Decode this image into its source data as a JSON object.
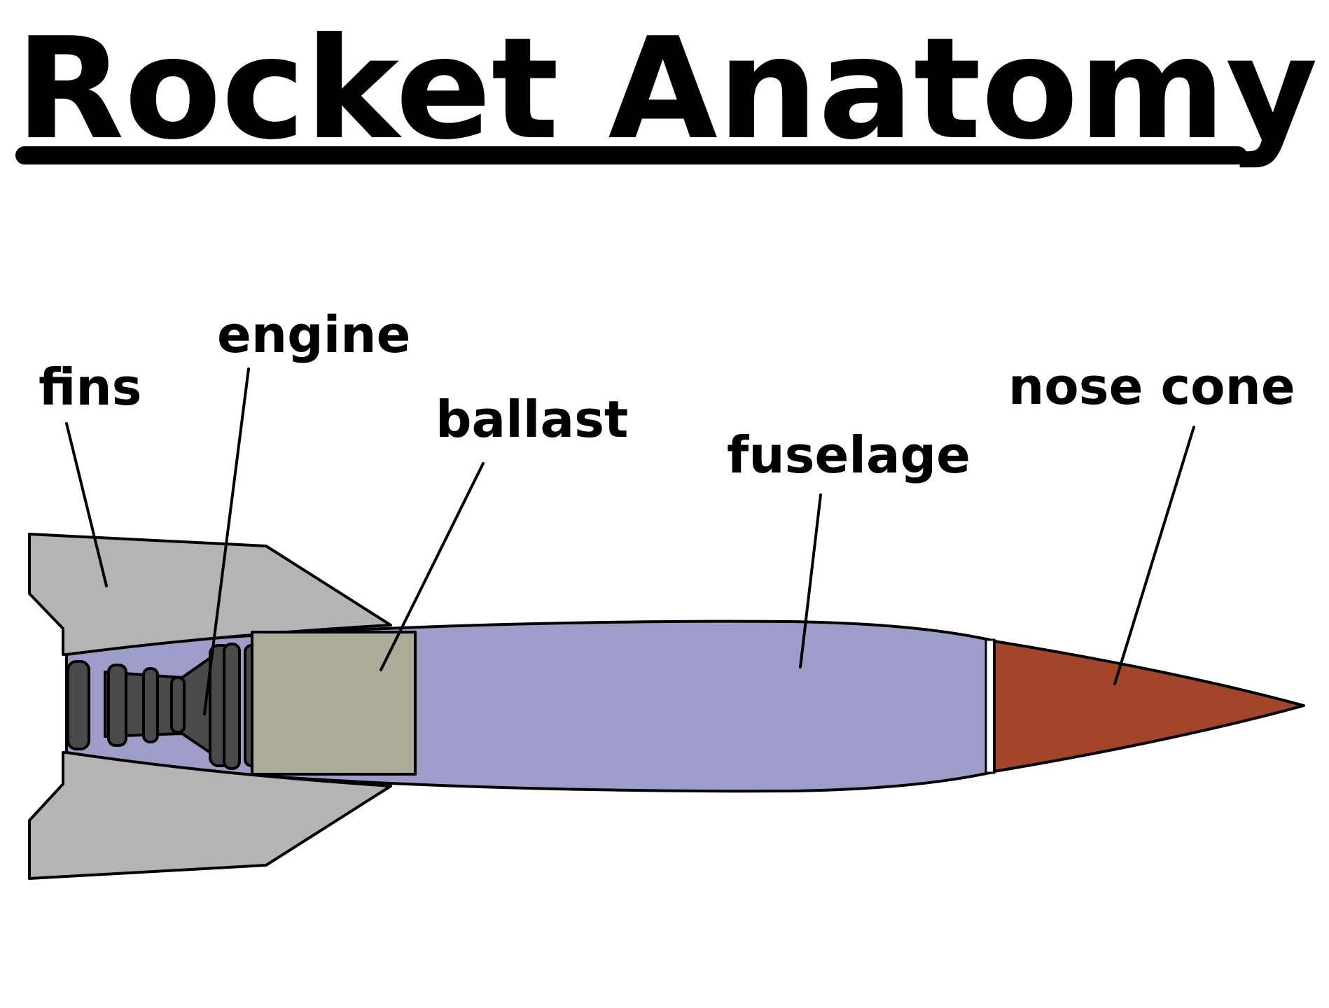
{
  "title": "Rocket Anatomy",
  "colors": {
    "fins": "#b4b4b4",
    "fuselage": "#9e9dc9",
    "ballast": "#adac99",
    "nose_cone": "#a24528",
    "engine": "#4a4a4a",
    "engine_bay": "#d6d6d6",
    "outline": "#000000"
  },
  "labels": {
    "fins": "fins",
    "engine": "engine",
    "ballast": "ballast",
    "fuselage": "fuselage",
    "nose_cone": "nose cone"
  }
}
